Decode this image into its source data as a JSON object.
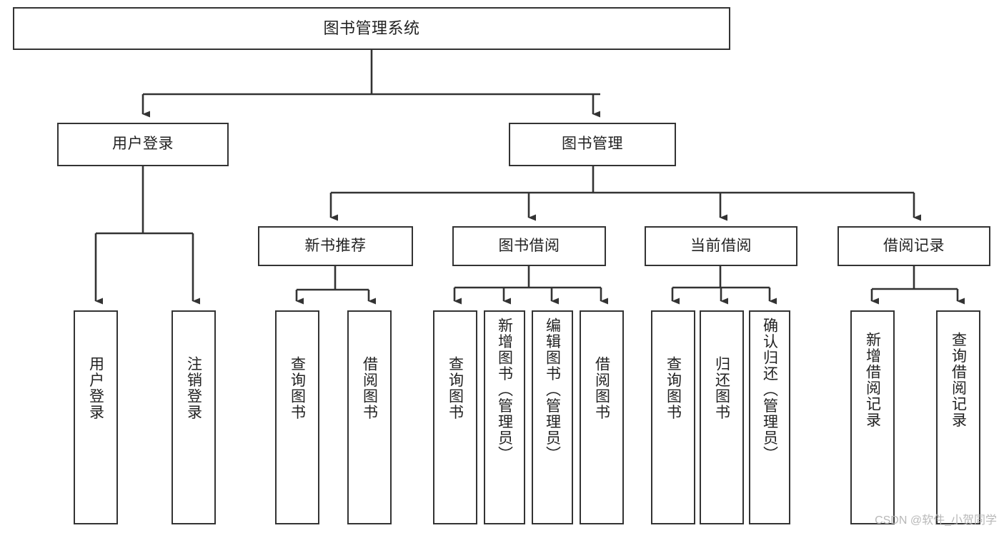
{
  "diagram": {
    "type": "tree-hierarchy-diagram",
    "title": "图书管理系统",
    "colors": {
      "background": "#ffffff",
      "node_border": "#333333",
      "node_fill": "#ffffff",
      "edge": "#333333",
      "text": "#222222",
      "watermark": "#b8b8b8"
    },
    "nodes": {
      "root": {
        "label": "图书管理系统",
        "orientation": "horizontal"
      },
      "user_login": {
        "label": "用户登录",
        "orientation": "horizontal"
      },
      "book_manage": {
        "label": "图书管理",
        "orientation": "horizontal"
      },
      "new_book_rec": {
        "label": "新书推荐",
        "orientation": "horizontal"
      },
      "book_borrow": {
        "label": "图书借阅",
        "orientation": "horizontal"
      },
      "current_borrow": {
        "label": "当前借阅",
        "orientation": "horizontal"
      },
      "borrow_record": {
        "label": "借阅记录",
        "orientation": "horizontal"
      },
      "leaf_user_login": {
        "label": "用户登录",
        "orientation": "vertical"
      },
      "leaf_logout": {
        "label": "注销登录",
        "orientation": "vertical"
      },
      "leaf_query_book_1": {
        "label": "查询图书",
        "orientation": "vertical"
      },
      "leaf_borrow_book_1": {
        "label": "借阅图书",
        "orientation": "vertical"
      },
      "leaf_query_book_2": {
        "label": "查询图书",
        "orientation": "vertical"
      },
      "leaf_add_book": {
        "label": "新增图书（管理员）",
        "orientation": "vertical"
      },
      "leaf_edit_book": {
        "label": "编辑图书（管理员）",
        "orientation": "vertical"
      },
      "leaf_borrow_book_2": {
        "label": "借阅图书",
        "orientation": "vertical"
      },
      "leaf_query_book_3": {
        "label": "查询图书",
        "orientation": "vertical"
      },
      "leaf_return_book": {
        "label": "归还图书",
        "orientation": "vertical"
      },
      "leaf_confirm_return": {
        "label": "确认归还（管理员）",
        "orientation": "vertical"
      },
      "leaf_add_record": {
        "label": "新增借阅记录",
        "orientation": "vertical"
      },
      "leaf_query_record": {
        "label": "查询借阅记录",
        "orientation": "vertical"
      }
    },
    "edges": [
      {
        "from": "root",
        "to": "user_login"
      },
      {
        "from": "root",
        "to": "book_manage"
      },
      {
        "from": "user_login",
        "to": "leaf_user_login"
      },
      {
        "from": "user_login",
        "to": "leaf_logout"
      },
      {
        "from": "book_manage",
        "to": "new_book_rec"
      },
      {
        "from": "book_manage",
        "to": "book_borrow"
      },
      {
        "from": "book_manage",
        "to": "current_borrow"
      },
      {
        "from": "book_manage",
        "to": "borrow_record"
      },
      {
        "from": "new_book_rec",
        "to": "leaf_query_book_1"
      },
      {
        "from": "new_book_rec",
        "to": "leaf_borrow_book_1"
      },
      {
        "from": "book_borrow",
        "to": "leaf_query_book_2"
      },
      {
        "from": "book_borrow",
        "to": "leaf_add_book"
      },
      {
        "from": "book_borrow",
        "to": "leaf_edit_book"
      },
      {
        "from": "book_borrow",
        "to": "leaf_borrow_book_2"
      },
      {
        "from": "current_borrow",
        "to": "leaf_query_book_3"
      },
      {
        "from": "current_borrow",
        "to": "leaf_return_book"
      },
      {
        "from": "current_borrow",
        "to": "leaf_confirm_return"
      },
      {
        "from": "borrow_record",
        "to": "leaf_add_record"
      },
      {
        "from": "borrow_record",
        "to": "leaf_query_record"
      }
    ]
  },
  "watermark": {
    "text": "CSDN @软件_小贺同学"
  }
}
